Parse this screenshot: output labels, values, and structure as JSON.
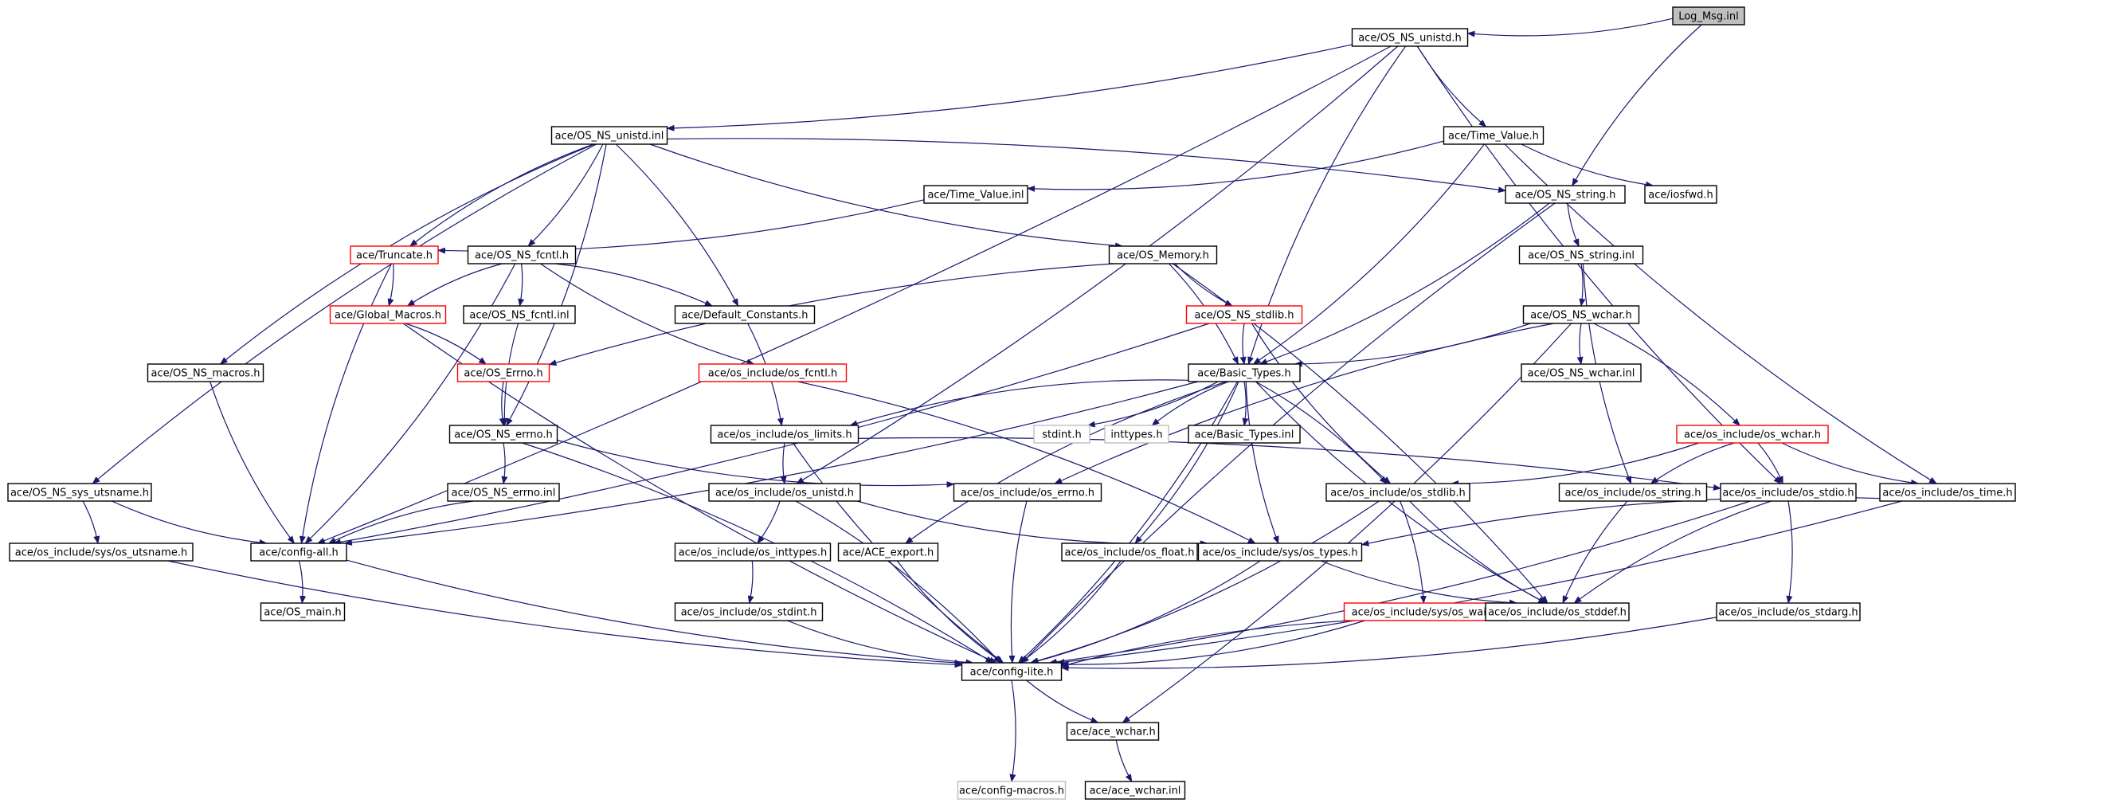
{
  "colors": {
    "edge": "#191970",
    "border_default": "#000000",
    "border_red": "#ff0000",
    "border_gray": "#bfbfbf",
    "fill_default": "#ffffff",
    "fill_root": "#bfbfbf"
  },
  "nodes": [
    {
      "id": "log_msg_inl",
      "label": "Log_Msg.inl",
      "style": "root"
    },
    {
      "id": "os_ns_unistd_h",
      "label": "ace/OS_NS_unistd.h",
      "style": "default"
    },
    {
      "id": "os_ns_unistd_inl",
      "label": "ace/OS_NS_unistd.inl",
      "style": "default"
    },
    {
      "id": "time_value_h",
      "label": "ace/Time_Value.h",
      "style": "default"
    },
    {
      "id": "time_value_inl",
      "label": "ace/Time_Value.inl",
      "style": "default"
    },
    {
      "id": "os_ns_string_h",
      "label": "ace/OS_NS_string.h",
      "style": "default"
    },
    {
      "id": "iosfwd_h",
      "label": "ace/iosfwd.h",
      "style": "default"
    },
    {
      "id": "truncate_h",
      "label": "ace/Truncate.h",
      "style": "red"
    },
    {
      "id": "os_ns_fcntl_h",
      "label": "ace/OS_NS_fcntl.h",
      "style": "default"
    },
    {
      "id": "os_memory_h",
      "label": "ace/OS_Memory.h",
      "style": "default"
    },
    {
      "id": "os_ns_string_inl",
      "label": "ace/OS_NS_string.inl",
      "style": "default"
    },
    {
      "id": "global_macros_h",
      "label": "ace/Global_Macros.h",
      "style": "red"
    },
    {
      "id": "os_ns_fcntl_inl",
      "label": "ace/OS_NS_fcntl.inl",
      "style": "default"
    },
    {
      "id": "default_constants_h",
      "label": "ace/Default_Constants.h",
      "style": "default"
    },
    {
      "id": "os_ns_stdlib_h",
      "label": "ace/OS_NS_stdlib.h",
      "style": "red"
    },
    {
      "id": "os_ns_wchar_h",
      "label": "ace/OS_NS_wchar.h",
      "style": "default"
    },
    {
      "id": "os_ns_macros_h",
      "label": "ace/OS_NS_macros.h",
      "style": "default"
    },
    {
      "id": "os_errno_h",
      "label": "ace/OS_Errno.h",
      "style": "red"
    },
    {
      "id": "os_fcntl_h",
      "label": "ace/os_include/os_fcntl.h",
      "style": "red"
    },
    {
      "id": "basic_types_h",
      "label": "ace/Basic_Types.h",
      "style": "default"
    },
    {
      "id": "os_ns_wchar_inl",
      "label": "ace/OS_NS_wchar.inl",
      "style": "default"
    },
    {
      "id": "os_ns_errno_h",
      "label": "ace/OS_NS_errno.h",
      "style": "default"
    },
    {
      "id": "os_limits_h",
      "label": "ace/os_include/os_limits.h",
      "style": "default"
    },
    {
      "id": "stdint_h",
      "label": "stdint.h",
      "style": "gray"
    },
    {
      "id": "inttypes_h",
      "label": "inttypes.h",
      "style": "gray"
    },
    {
      "id": "basic_types_inl",
      "label": "ace/Basic_Types.inl",
      "style": "default"
    },
    {
      "id": "os_wchar_h",
      "label": "ace/os_include/os_wchar.h",
      "style": "red"
    },
    {
      "id": "os_ns_sys_utsname_h",
      "label": "ace/OS_NS_sys_utsname.h",
      "style": "default"
    },
    {
      "id": "os_ns_errno_inl",
      "label": "ace/OS_NS_errno.inl",
      "style": "default"
    },
    {
      "id": "os_unistd_h",
      "label": "ace/os_include/os_unistd.h",
      "style": "default"
    },
    {
      "id": "os_errno_inc_h",
      "label": "ace/os_include/os_errno.h",
      "style": "default"
    },
    {
      "id": "os_stdlib_h",
      "label": "ace/os_include/os_stdlib.h",
      "style": "default"
    },
    {
      "id": "os_string_h",
      "label": "ace/os_include/os_string.h",
      "style": "default"
    },
    {
      "id": "os_stdio_h",
      "label": "ace/os_include/os_stdio.h",
      "style": "default"
    },
    {
      "id": "os_time_h",
      "label": "ace/os_include/os_time.h",
      "style": "default"
    },
    {
      "id": "os_utsname_h",
      "label": "ace/os_include/sys/os_utsname.h",
      "style": "default"
    },
    {
      "id": "config_all_h",
      "label": "ace/config-all.h",
      "style": "default"
    },
    {
      "id": "os_inttypes_h",
      "label": "ace/os_include/os_inttypes.h",
      "style": "default"
    },
    {
      "id": "ace_export_h",
      "label": "ace/ACE_export.h",
      "style": "default"
    },
    {
      "id": "os_float_h",
      "label": "ace/os_include/os_float.h",
      "style": "default"
    },
    {
      "id": "os_types_h",
      "label": "ace/os_include/sys/os_types.h",
      "style": "default"
    },
    {
      "id": "os_main_h",
      "label": "ace/OS_main.h",
      "style": "default"
    },
    {
      "id": "os_stdint_h",
      "label": "ace/os_include/os_stdint.h",
      "style": "default"
    },
    {
      "id": "os_wait_h",
      "label": "ace/os_include/sys/os_wait.h",
      "style": "red"
    },
    {
      "id": "os_stddef_h",
      "label": "ace/os_include/os_stddef.h",
      "style": "default"
    },
    {
      "id": "os_stdarg_h",
      "label": "ace/os_include/os_stdarg.h",
      "style": "default"
    },
    {
      "id": "config_lite_h",
      "label": "ace/config-lite.h",
      "style": "default"
    },
    {
      "id": "ace_wchar_h",
      "label": "ace/ace_wchar.h",
      "style": "default"
    },
    {
      "id": "config_macros_h",
      "label": "ace/config-macros.h",
      "style": "gray"
    },
    {
      "id": "ace_wchar_inl",
      "label": "ace/ace_wchar.inl",
      "style": "default"
    }
  ],
  "edges": [
    [
      "log_msg_inl",
      "os_ns_unistd_h"
    ],
    [
      "log_msg_inl",
      "os_ns_string_h"
    ],
    [
      "os_ns_unistd_h",
      "os_ns_unistd_inl"
    ],
    [
      "os_ns_unistd_h",
      "time_value_h"
    ],
    [
      "os_ns_unistd_h",
      "config_all_h"
    ],
    [
      "os_ns_unistd_h",
      "basic_types_h"
    ],
    [
      "os_ns_unistd_h",
      "os_unistd_h"
    ],
    [
      "os_ns_unistd_h",
      "os_stdio_h"
    ],
    [
      "os_ns_unistd_inl",
      "os_ns_string_h"
    ],
    [
      "os_ns_unistd_inl",
      "truncate_h"
    ],
    [
      "os_ns_unistd_inl",
      "os_ns_fcntl_h"
    ],
    [
      "os_ns_unistd_inl",
      "os_memory_h"
    ],
    [
      "os_ns_unistd_inl",
      "default_constants_h"
    ],
    [
      "os_ns_unistd_inl",
      "os_ns_macros_h"
    ],
    [
      "os_ns_unistd_inl",
      "os_ns_errno_h"
    ],
    [
      "os_ns_unistd_inl",
      "os_ns_sys_utsname_h"
    ],
    [
      "time_value_h",
      "time_value_inl"
    ],
    [
      "time_value_h",
      "iosfwd_h"
    ],
    [
      "time_value_h",
      "basic_types_h"
    ],
    [
      "time_value_h",
      "os_time_h"
    ],
    [
      "time_value_inl",
      "truncate_h"
    ],
    [
      "os_ns_string_h",
      "os_ns_string_inl"
    ],
    [
      "os_ns_string_h",
      "basic_types_h"
    ],
    [
      "os_ns_string_h",
      "config_lite_h"
    ],
    [
      "os_ns_string_inl",
      "os_ns_wchar_h"
    ],
    [
      "os_ns_string_inl",
      "os_string_h"
    ],
    [
      "truncate_h",
      "global_macros_h"
    ],
    [
      "truncate_h",
      "config_all_h"
    ],
    [
      "os_ns_fcntl_h",
      "os_ns_fcntl_inl"
    ],
    [
      "os_ns_fcntl_h",
      "global_macros_h"
    ],
    [
      "os_ns_fcntl_h",
      "default_constants_h"
    ],
    [
      "os_ns_fcntl_h",
      "os_fcntl_h"
    ],
    [
      "os_ns_fcntl_h",
      "config_all_h"
    ],
    [
      "os_ns_fcntl_inl",
      "os_ns_errno_h"
    ],
    [
      "global_macros_h",
      "os_errno_h"
    ],
    [
      "global_macros_h",
      "config_lite_h"
    ],
    [
      "default_constants_h",
      "os_limits_h"
    ],
    [
      "os_memory_h",
      "os_ns_stdlib_h"
    ],
    [
      "os_memory_h",
      "basic_types_h"
    ],
    [
      "os_memory_h",
      "os_errno_h"
    ],
    [
      "os_memory_h",
      "os_stddef_h"
    ],
    [
      "os_ns_stdlib_h",
      "basic_types_h"
    ],
    [
      "os_ns_stdlib_h",
      "config_all_h"
    ],
    [
      "os_ns_stdlib_h",
      "os_stdlib_h"
    ],
    [
      "os_ns_wchar_h",
      "basic_types_h"
    ],
    [
      "os_ns_wchar_h",
      "os_ns_wchar_inl"
    ],
    [
      "os_ns_wchar_h",
      "os_wchar_h"
    ],
    [
      "os_ns_wchar_h",
      "os_errno_inc_h"
    ],
    [
      "os_ns_wchar_h",
      "ace_wchar_h"
    ],
    [
      "os_errno_h",
      "os_ns_errno_h"
    ],
    [
      "os_fcntl_h",
      "os_types_h"
    ],
    [
      "os_ns_macros_h",
      "config_all_h"
    ],
    [
      "os_ns_errno_h",
      "os_ns_errno_inl"
    ],
    [
      "os_ns_errno_h",
      "os_errno_inc_h"
    ],
    [
      "os_ns_errno_h",
      "config_lite_h"
    ],
    [
      "os_ns_errno_inl",
      "config_all_h"
    ],
    [
      "basic_types_h",
      "stdint_h"
    ],
    [
      "basic_types_h",
      "inttypes_h"
    ],
    [
      "basic_types_h",
      "basic_types_inl"
    ],
    [
      "basic_types_h",
      "os_limits_h"
    ],
    [
      "basic_types_h",
      "os_stdlib_h"
    ],
    [
      "basic_types_h",
      "ace_export_h"
    ],
    [
      "basic_types_h",
      "os_float_h"
    ],
    [
      "basic_types_h",
      "os_types_h"
    ],
    [
      "basic_types_h",
      "config_all_h"
    ],
    [
      "basic_types_h",
      "os_stddef_h"
    ],
    [
      "basic_types_h",
      "config_lite_h"
    ],
    [
      "os_limits_h",
      "os_unistd_h"
    ],
    [
      "os_limits_h",
      "os_stdio_h"
    ],
    [
      "os_limits_h",
      "config_lite_h"
    ],
    [
      "os_wchar_h",
      "os_stdlib_h"
    ],
    [
      "os_wchar_h",
      "os_string_h"
    ],
    [
      "os_wchar_h",
      "os_stdio_h"
    ],
    [
      "os_wchar_h",
      "os_time_h"
    ],
    [
      "os_ns_sys_utsname_h",
      "os_utsname_h"
    ],
    [
      "os_ns_sys_utsname_h",
      "config_all_h"
    ],
    [
      "os_unistd_h",
      "os_inttypes_h"
    ],
    [
      "os_unistd_h",
      "os_types_h"
    ],
    [
      "os_unistd_h",
      "config_lite_h"
    ],
    [
      "os_errno_inc_h",
      "config_lite_h"
    ],
    [
      "os_stdlib_h",
      "os_wait_h"
    ],
    [
      "os_stdlib_h",
      "os_stddef_h"
    ],
    [
      "os_stdlib_h",
      "config_lite_h"
    ],
    [
      "os_string_h",
      "os_stddef_h"
    ],
    [
      "os_stdio_h",
      "os_stdarg_h"
    ],
    [
      "os_stdio_h",
      "os_stddef_h"
    ],
    [
      "os_stdio_h",
      "config_lite_h"
    ],
    [
      "os_time_h",
      "os_types_h"
    ],
    [
      "os_time_h",
      "config_lite_h"
    ],
    [
      "os_utsname_h",
      "config_lite_h"
    ],
    [
      "config_all_h",
      "os_main_h"
    ],
    [
      "config_all_h",
      "config_lite_h"
    ],
    [
      "os_inttypes_h",
      "os_stdint_h"
    ],
    [
      "ace_export_h",
      "config_lite_h"
    ],
    [
      "os_float_h",
      "config_lite_h"
    ],
    [
      "os_types_h",
      "os_stddef_h"
    ],
    [
      "os_types_h",
      "config_lite_h"
    ],
    [
      "os_stdint_h",
      "config_lite_h"
    ],
    [
      "os_wait_h",
      "config_lite_h"
    ],
    [
      "os_stddef_h",
      "config_lite_h"
    ],
    [
      "os_stdarg_h",
      "config_lite_h"
    ],
    [
      "config_lite_h",
      "ace_wchar_h"
    ],
    [
      "config_lite_h",
      "config_macros_h"
    ],
    [
      "ace_wchar_h",
      "ace_wchar_inl"
    ]
  ]
}
